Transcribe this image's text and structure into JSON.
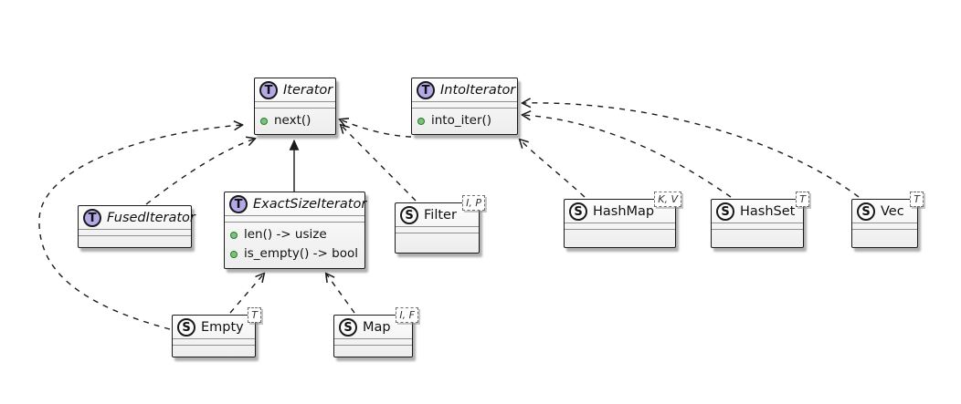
{
  "diagram": {
    "type": "uml-class-diagram",
    "classes": {
      "iterator": {
        "stereotype": "T",
        "kind": "trait",
        "name": "Iterator",
        "methods": [
          "next()"
        ]
      },
      "into_iterator": {
        "stereotype": "T",
        "kind": "trait",
        "name": "IntoIterator",
        "methods": [
          "into_iter()"
        ]
      },
      "fused_iterator": {
        "stereotype": "T",
        "kind": "trait",
        "name": "FusedIterator",
        "methods": []
      },
      "exact_size_iterator": {
        "stereotype": "T",
        "kind": "trait",
        "name": "ExactSizeIterator",
        "methods": [
          "len() -> usize",
          "is_empty() -> bool"
        ]
      },
      "filter": {
        "stereotype": "S",
        "kind": "struct",
        "name": "Filter",
        "generics": "I, P"
      },
      "hashmap": {
        "stereotype": "S",
        "kind": "struct",
        "name": "HashMap",
        "generics": "K, V"
      },
      "hashset": {
        "stereotype": "S",
        "kind": "struct",
        "name": "HashSet",
        "generics": "T"
      },
      "vec": {
        "stereotype": "S",
        "kind": "struct",
        "name": "Vec",
        "generics": "T"
      },
      "empty": {
        "stereotype": "S",
        "kind": "struct",
        "name": "Empty",
        "generics": "T"
      },
      "map": {
        "stereotype": "S",
        "kind": "struct",
        "name": "Map",
        "generics": "I, F"
      }
    },
    "relationships": [
      {
        "from": "ExactSizeIterator",
        "to": "Iterator",
        "style": "solid",
        "arrow": "filled"
      },
      {
        "from": "FusedIterator",
        "to": "Iterator",
        "style": "dashed",
        "arrow": "open"
      },
      {
        "from": "Empty",
        "to": "Iterator",
        "style": "dashed",
        "arrow": "open"
      },
      {
        "from": "Empty",
        "to": "ExactSizeIterator",
        "style": "dashed",
        "arrow": "open"
      },
      {
        "from": "Map",
        "to": "ExactSizeIterator",
        "style": "dashed",
        "arrow": "open"
      },
      {
        "from": "Filter",
        "to": "Iterator",
        "style": "dashed",
        "arrow": "open"
      },
      {
        "from": "IntoIterator",
        "to": "Iterator",
        "style": "dashed",
        "arrow": "open"
      },
      {
        "from": "HashMap",
        "to": "IntoIterator",
        "style": "dashed",
        "arrow": "open"
      },
      {
        "from": "HashSet",
        "to": "IntoIterator",
        "style": "dashed",
        "arrow": "open"
      },
      {
        "from": "Vec",
        "to": "IntoIterator",
        "style": "dashed",
        "arrow": "open"
      }
    ],
    "colors": {
      "trait_circle": "#b5a8e6",
      "struct_circle": "#fcfcfc",
      "method_dot": "#7fbf7f",
      "line": "#1a1a1a",
      "box_fill": "#f2f2f2",
      "background": "#ffffff"
    }
  }
}
